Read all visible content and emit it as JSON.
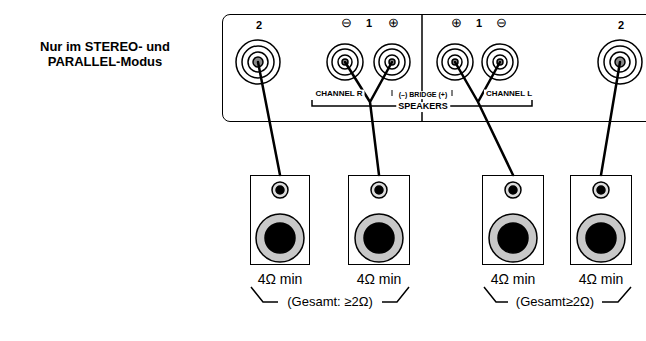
{
  "diagram": {
    "nodes": [
      {
        "text": [
          "2",
          "⊖",
          "1",
          "⊕",
          "⊕",
          "1",
          "⊖",
          "2",
          "CHANNEL R",
          "(–) BRIDGE (+)",
          "CHANNEL L",
          "SPEAKERS"
        ]
      },
      {
        "text": [
          "4Ω min"
        ]
      },
      {
        "text": [
          "4Ω min"
        ]
      },
      {
        "text": [
          "4Ω min"
        ]
      },
      {
        "text": [
          "4Ω min"
        ]
      }
    ],
    "edges": [
      {
        "from": 0,
        "to": 1,
        "arrow": "none"
      },
      {
        "from": 0,
        "to": 2,
        "arrow": "none"
      },
      {
        "from": 0,
        "to": 3,
        "arrow": "none"
      },
      {
        "from": 0,
        "to": 4,
        "arrow": "none"
      }
    ],
    "labels": [
      "Nur im STEREO- und PARALLEL-Modus",
      "(Gesamt: ≥2Ω)",
      "(Gesamt≥2Ω)"
    ]
  }
}
